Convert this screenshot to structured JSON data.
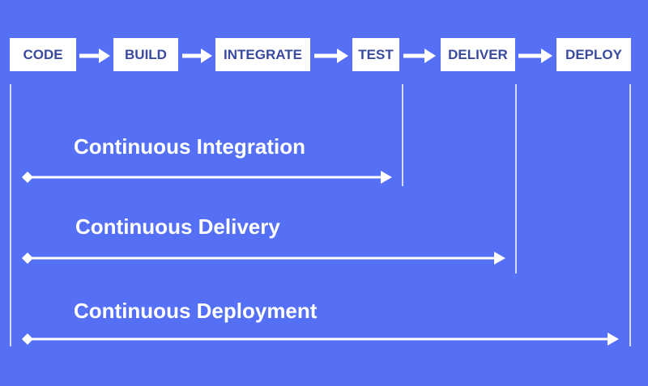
{
  "stages": [
    {
      "label": "CODE"
    },
    {
      "label": "BUILD"
    },
    {
      "label": "INTEGRATE"
    },
    {
      "label": "TEST"
    },
    {
      "label": "DELIVER"
    },
    {
      "label": "DEPLOY"
    }
  ],
  "practices": [
    {
      "label": "Continuous Integration",
      "ends_at_stage": "TEST"
    },
    {
      "label": "Continuous Delivery",
      "ends_at_stage": "DELIVER"
    },
    {
      "label": "Continuous Deployment",
      "ends_at_stage": "DEPLOY"
    }
  ],
  "colors": {
    "background": "#5570F5",
    "box_fill": "#FFFFFF",
    "box_text": "#3A4A9E",
    "line": "#FFFFFF"
  }
}
